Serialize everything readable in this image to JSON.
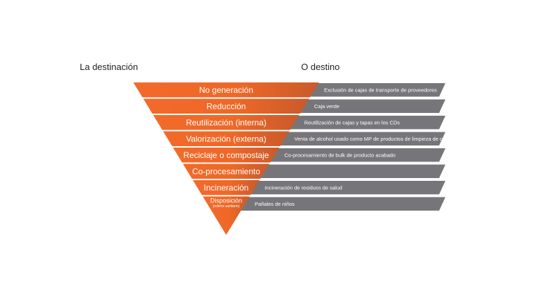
{
  "headings": {
    "left": "La destinación",
    "right": "O destino"
  },
  "colors": {
    "orange": "#f26a2b",
    "orange_dark": "#c95a2a",
    "gray": "#76767a"
  },
  "levels": [
    {
      "label": "No generación",
      "example": "Exclusión de cajas de transporte de proveedores"
    },
    {
      "label": "Reducción",
      "example": "Caja verde"
    },
    {
      "label": "Reutilización (interna)",
      "example": "Reutilización de cajas y tapas en los CDs"
    },
    {
      "label": "Valorización (externa)",
      "example": "Venta de alcohol usado como MP de productos de limpieza de casa"
    },
    {
      "label": "Reciclaje o compostaje",
      "example": "Co-procesamiento de bulk de producto acabado"
    },
    {
      "label": "Co-procesamiento",
      "example": ""
    },
    {
      "label": "Incineración",
      "example": "Incineración de residuos de salud"
    },
    {
      "label": "Disposición",
      "sublabel": "(relleno sanitario)",
      "example": "Pañales de niños"
    }
  ]
}
